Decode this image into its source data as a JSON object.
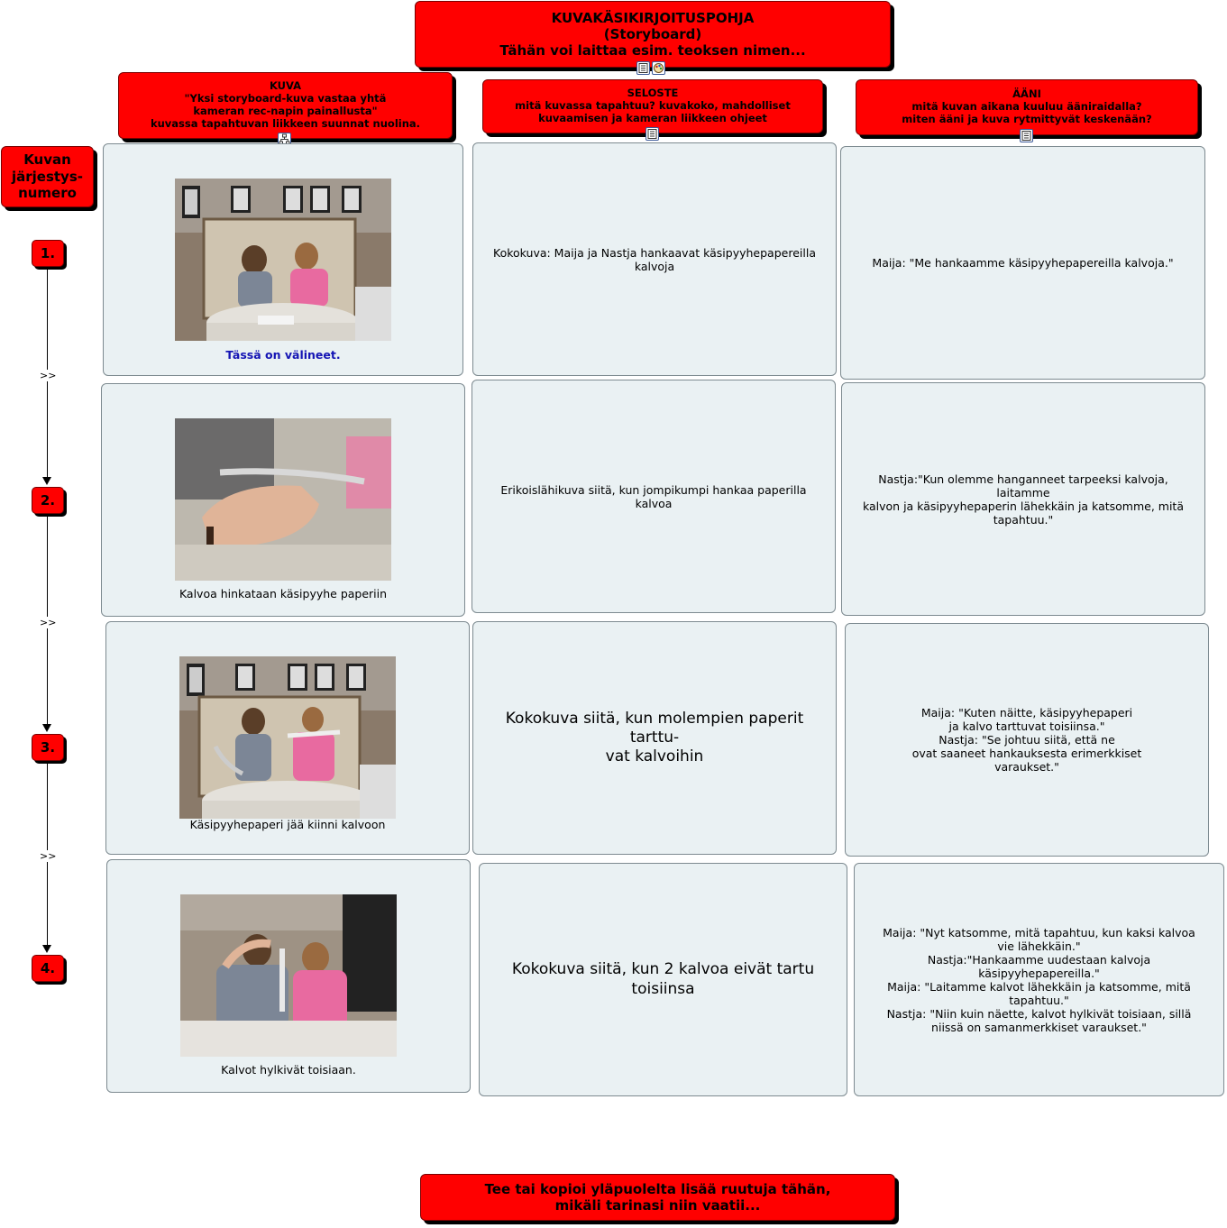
{
  "title": {
    "line1": "KUVAKÄSIKIRJOITUSPOHJA",
    "line2": "(Storyboard)",
    "line3": "Tähän voi laittaa esim. teoksen nimen..."
  },
  "headers": {
    "kuva": {
      "line1": "KUVA",
      "line2": "\"Yksi storyboard-kuva vastaa yhtä",
      "line3": "kameran rec-napin painallusta\"",
      "line4": "kuvassa tapahtuvan liikkeen suunnat nuolina."
    },
    "seloste": {
      "line1": "SELOSTE",
      "line2": "mitä kuvassa tapahtuu? kuvakoko, mahdolliset",
      "line3": "kuvaamisen ja kameran liikkeen ohjeet"
    },
    "aani": {
      "line1": "ÄÄNI",
      "line2": "mitä kuvan aikana kuuluu ääniraidalla?",
      "line3": "miten ääni ja kuva rytmittyvät keskenään?"
    }
  },
  "order_label": {
    "line1": "Kuvan",
    "line2": "järjestys-",
    "line3": "numero"
  },
  "connector_label": ">>",
  "rows": [
    {
      "number": "1.",
      "caption": "Tässä on välineet.",
      "description": "Kokokuva: Maija ja Nastja hankaavat käsipyyhepapereilla kalvoja",
      "audio": [
        "Maija: \"Me hankaamme käsipyyhepapereilla kalvoja.\""
      ]
    },
    {
      "number": "2.",
      "caption": "Kalvoa hinkataan käsipyyhe paperiin",
      "description": "Erikoislähikuva siitä, kun jompikumpi hankaa paperilla kalvoa",
      "audio": [
        "Nastja:\"Kun olemme hanganneet tarpeeksi kalvoja, laitamme",
        "kalvon ja käsipyyhepaperin lähekkäin ja katsomme, mitä",
        "tapahtuu.\""
      ]
    },
    {
      "number": "3.",
      "caption": "Käsipyyhepaperi jää kiinni kalvoon",
      "description": "Kokokuva siitä, kun molempien paperit tarttu-\nvat kalvoihin",
      "audio": [
        "Maija: \"Kuten näitte, käsipyyhepaperi",
        "ja kalvo tarttuvat toisiinsa.\"",
        "Nastja: \"Se johtuu siitä, että ne",
        "ovat saaneet hankauksesta erimerkkiset",
        "varaukset.\""
      ]
    },
    {
      "number": "4.",
      "caption": "Kalvot hylkivät toisiaan.",
      "description": "Kokokuva siitä, kun 2 kalvoa eivät tartu toisiinsa",
      "audio": [
        "Maija: \"Nyt katsomme, mitä tapahtuu, kun kaksi kalvoa",
        "vie lähekkäin.\"",
        "Nastja:\"Hankaamme uudestaan kalvoja käsipyyhepapereilla.\"",
        "Maija: \"Laitamme kalvot lähekkäin ja katsomme, mitä tapahtuu.\"",
        "Nastja: \"Niin kuin näette, kalvot hylkivät toisiaan, sillä",
        "niissä on samanmerkkiset varaukset.\""
      ]
    }
  ],
  "footer": {
    "line1": "Tee tai kopioi yläpuolelta lisää ruutuja tähän,",
    "line2": "mikäli tarinasi niin vaatii..."
  },
  "colors": {
    "box_red": "#ff0000",
    "panel_bg": "#eaf1f3",
    "caption_blue": "#1414b4"
  },
  "icons": [
    "note-icon",
    "palette-icon",
    "hierarchy-icon"
  ]
}
